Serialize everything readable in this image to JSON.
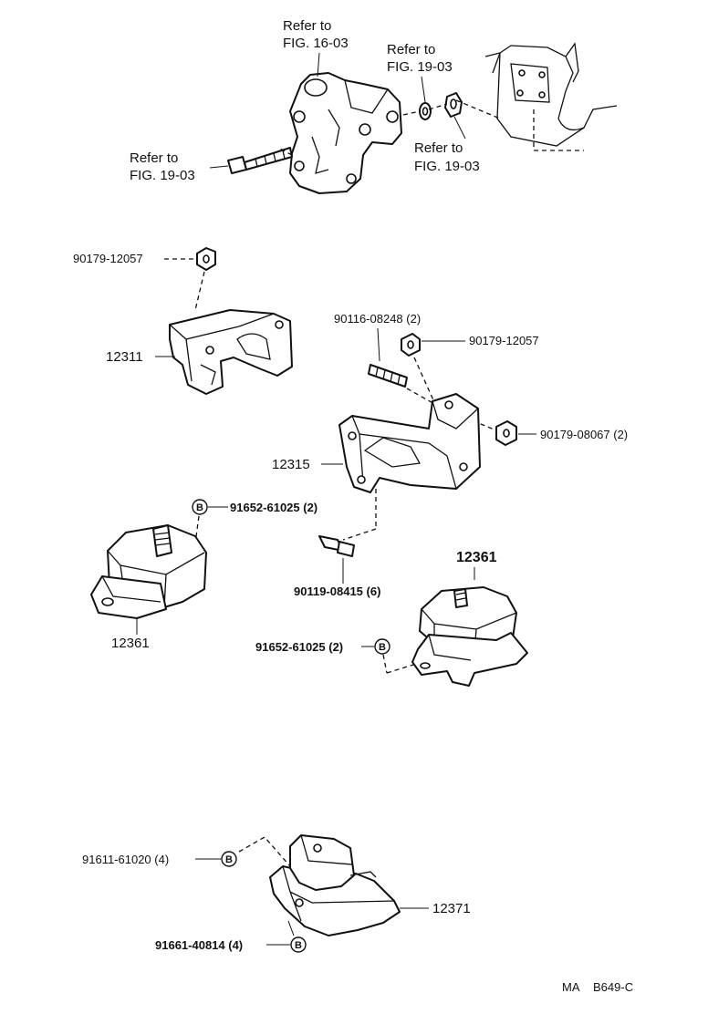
{
  "refs": {
    "ref_fig_16_03_line1": "Refer to",
    "ref_fig_16_03_line2": "FIG. 16-03",
    "ref_fig_19_03_washer_line1": "Refer to",
    "ref_fig_19_03_washer_line2": "FIG. 19-03",
    "ref_fig_19_03_nut_line1": "Refer to",
    "ref_fig_19_03_nut_line2": "FIG. 19-03",
    "ref_fig_19_03_bolt_line1": "Refer to",
    "ref_fig_19_03_bolt_line2": "FIG. 19-03"
  },
  "parts": {
    "nut_top_left": "90179-12057",
    "bracket_12311": "12311",
    "stud_top": "90116-08248 (2)",
    "nut_stud": "90179-12057",
    "nut_side": "90179-08067 (2)",
    "bracket_12315": "12315",
    "bolt_mount": "90119-08415 (6)",
    "nut_left_mount": "91652-61025 (2)",
    "mount_left": "12361",
    "mount_right": "12361",
    "nut_right_mount": "91652-61025 (2)",
    "nut_rear_upper": "91611-61020 (4)",
    "mount_rear": "12371",
    "nut_rear_lower": "91661-40814 (4)"
  },
  "callout_letter": "B",
  "footer": {
    "code_prefix": "MA",
    "code": "B649-C"
  }
}
